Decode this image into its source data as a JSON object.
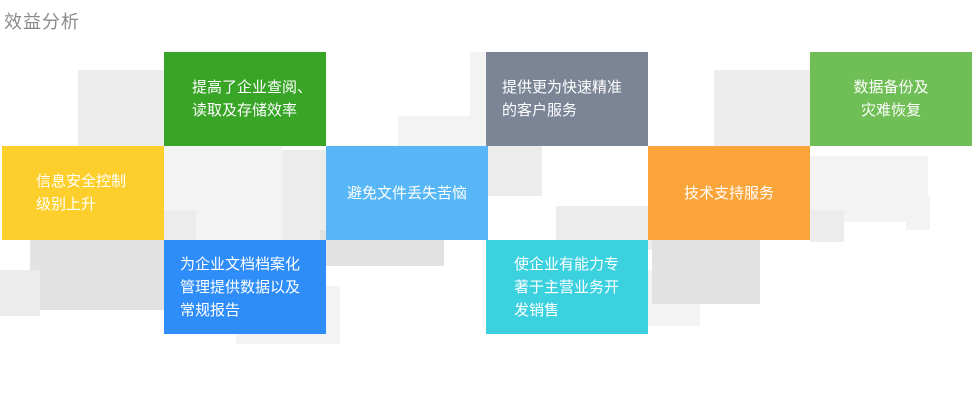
{
  "title": "效益分析",
  "colors": {
    "green_dark": "#38a527",
    "yellow": "#fccf2c",
    "blue": "#2f8dfa",
    "sky": "#57b7f6",
    "slate": "#7b8596",
    "cyan": "#3bd1df",
    "orange": "#fba43a",
    "green_light": "#6fbf56"
  },
  "tiles": [
    {
      "id": "t1",
      "text": "提高了企业查阅、\n读取及存储效率",
      "color": "#38a527"
    },
    {
      "id": "t2",
      "text": "信息安全控制\n级别上升",
      "color": "#fccf2c"
    },
    {
      "id": "t3",
      "text": "为企业文档档案化\n管理提供数据以及\n常规报告",
      "color": "#2f8dfa"
    },
    {
      "id": "t4",
      "text": "避免文件丢失苦恼",
      "color": "#57b7f6"
    },
    {
      "id": "t5",
      "text": "提供更为快速精准\n的客户服务",
      "color": "#7b8596"
    },
    {
      "id": "t6",
      "text": "使企业有能力专\n著于主营业务开\n发销售",
      "color": "#3bd1df"
    },
    {
      "id": "t7",
      "text": "技术支持服务",
      "color": "#fba43a"
    },
    {
      "id": "t8",
      "text": "数据备份及\n灾难恢复",
      "color": "#6fbf56"
    }
  ]
}
